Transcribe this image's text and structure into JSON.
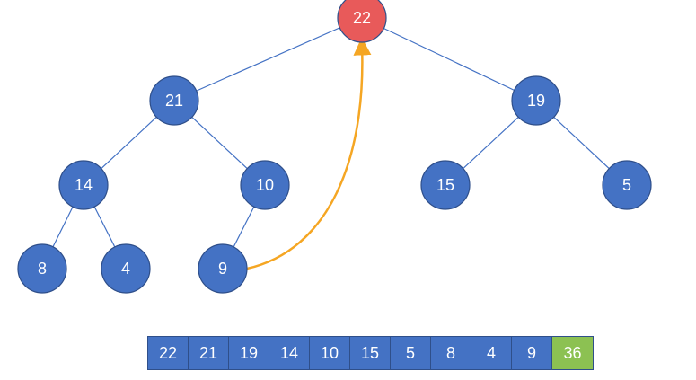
{
  "colors": {
    "node_fill": "#4472c4",
    "node_stroke": "#2f4f8a",
    "root_fill": "#e85a5a",
    "root_stroke": "#2f4f8a",
    "edge": "#4472c4",
    "arrow": "#f5a623",
    "cell_fill": "#4472c4",
    "new_cell_fill": "#8cc152"
  },
  "tree": {
    "nodes": [
      {
        "id": "n22",
        "label": "22",
        "highlight": true
      },
      {
        "id": "n21",
        "label": "21"
      },
      {
        "id": "n19",
        "label": "19"
      },
      {
        "id": "n14",
        "label": "14"
      },
      {
        "id": "n10",
        "label": "10"
      },
      {
        "id": "n15",
        "label": "15"
      },
      {
        "id": "n5",
        "label": "5"
      },
      {
        "id": "n8",
        "label": "8"
      },
      {
        "id": "n4",
        "label": "4"
      },
      {
        "id": "n9",
        "label": "9"
      }
    ],
    "edges": [
      [
        "n22",
        "n21"
      ],
      [
        "n22",
        "n19"
      ],
      [
        "n21",
        "n14"
      ],
      [
        "n21",
        "n10"
      ],
      [
        "n19",
        "n15"
      ],
      [
        "n19",
        "n5"
      ],
      [
        "n14",
        "n8"
      ],
      [
        "n14",
        "n4"
      ],
      [
        "n10",
        "n9"
      ]
    ],
    "arrow": {
      "from": "n9",
      "to": "n22"
    }
  },
  "array": {
    "cells": [
      {
        "value": "22"
      },
      {
        "value": "21"
      },
      {
        "value": "19"
      },
      {
        "value": "14"
      },
      {
        "value": "10"
      },
      {
        "value": "15"
      },
      {
        "value": "5"
      },
      {
        "value": "8"
      },
      {
        "value": "4"
      },
      {
        "value": "9"
      },
      {
        "value": "36",
        "highlight": true
      }
    ]
  }
}
